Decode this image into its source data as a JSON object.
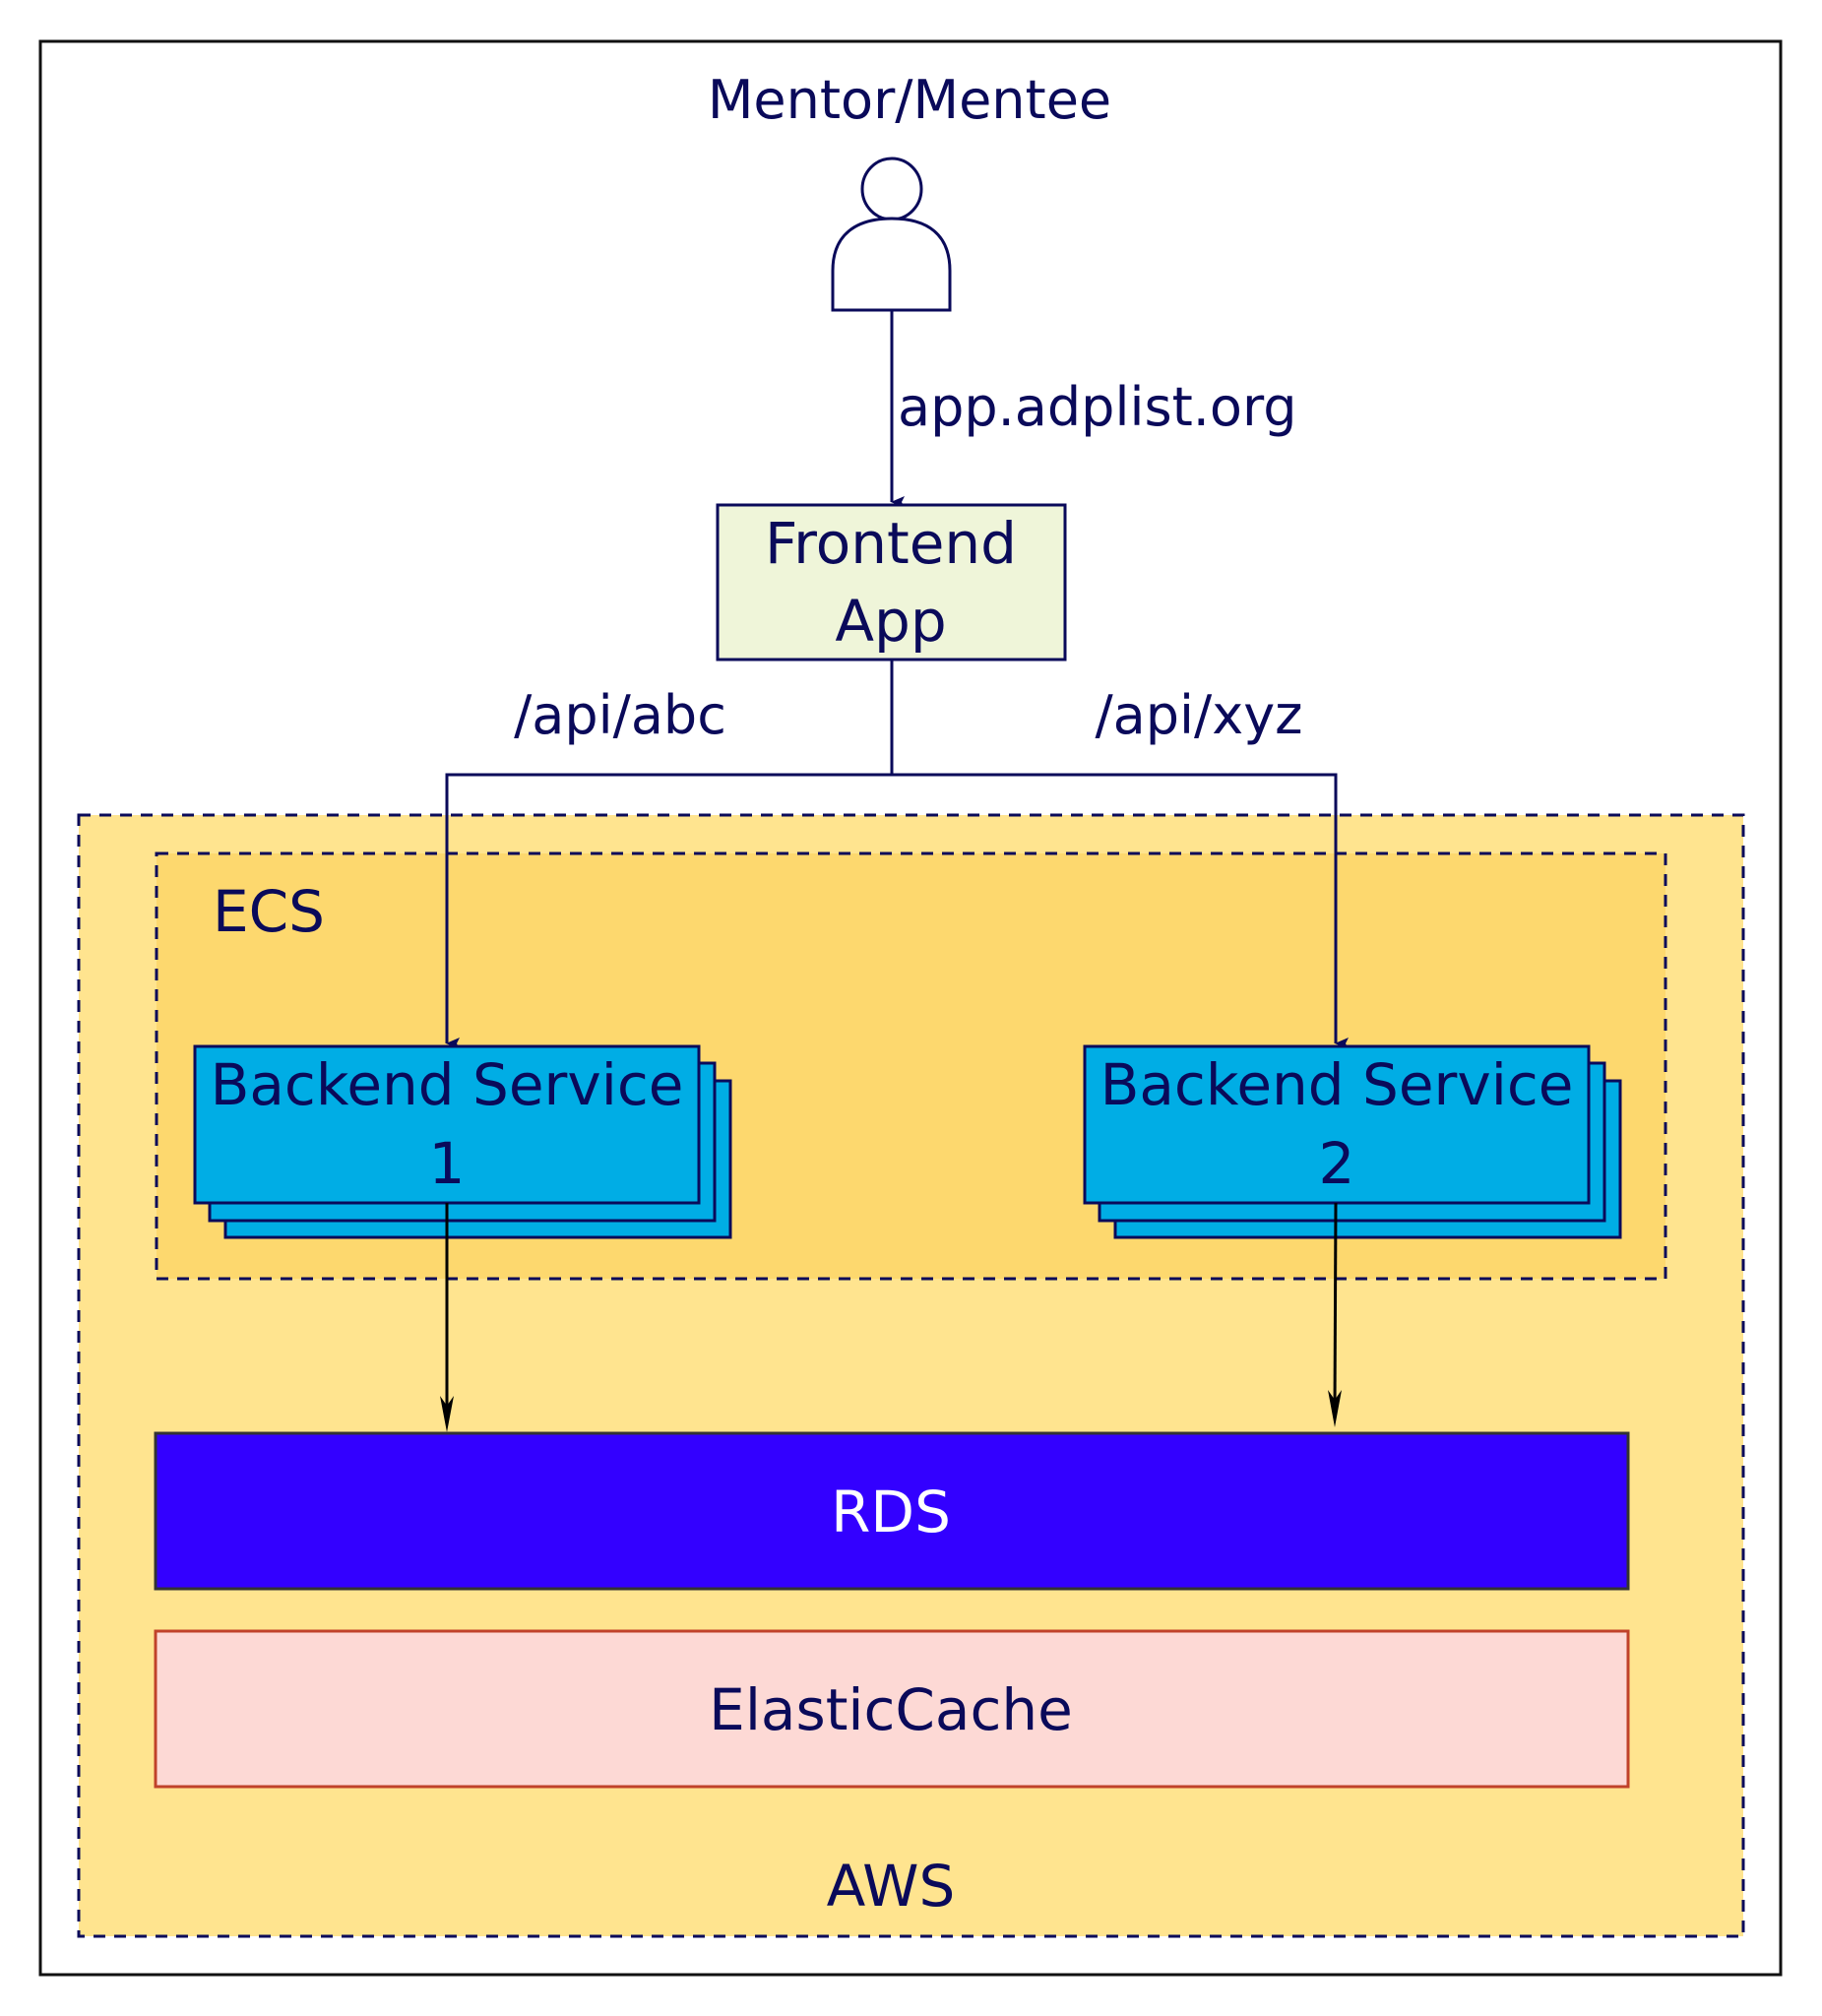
{
  "diagram": {
    "actor": {
      "label": "Mentor/Mentee",
      "icon": "person-icon"
    },
    "edges": {
      "actor_to_frontend": "app.adplist.org",
      "frontend_to_backend1": "/api/abc",
      "frontend_to_backend2": "/api/xyz"
    },
    "frontend": {
      "line1": "Frontend",
      "line2": "App"
    },
    "aws": {
      "label": "AWS"
    },
    "ecs": {
      "label": "ECS"
    },
    "backend1": {
      "line1": "Backend Service",
      "line2": "1"
    },
    "backend2": {
      "line1": "Backend Service",
      "line2": "2"
    },
    "rds": {
      "label": "RDS"
    },
    "cache": {
      "label": "ElasticCache"
    },
    "colors": {
      "ink": "#0a0a5a",
      "frontend_fill": "#eff5d9",
      "aws_fill": "#ffe48f",
      "ecs_fill": "#fdd86e",
      "backend_fill": "#00ade5",
      "rds_fill": "#3300ff",
      "cache_fill": "#fdd9d5",
      "cache_border": "#c0422a"
    }
  }
}
